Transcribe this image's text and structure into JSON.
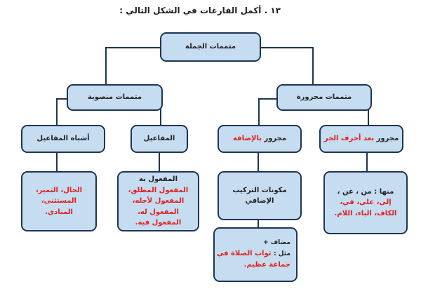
{
  "title": "١٣ . أكمل الفارغات في الشكل التالي :",
  "colors": {
    "box_fill": "#c6dcf0",
    "border": "#1f3552",
    "answer": "#e3201b"
  },
  "root": "متممات الجملة",
  "mansuba": {
    "label": "متممات منصوبة",
    "ashbah": {
      "label": "أشباه المفاعيل",
      "answer": "الحال، التميز، المستثنى، المنادى."
    },
    "mafail": {
      "label": "المفاعيل",
      "given": "المفعول به",
      "answer": "المفعول المطلق، المفعول لأجله، المفعول له، المفعول فيه."
    }
  },
  "majrura": {
    "label": "متممات مجرورة",
    "idafa": {
      "label": "مجرور",
      "answer": "بالإضافة",
      "components": "مكونات التركيب الإضافي",
      "example_prefix": "مضاف +",
      "example_label": "مثل :",
      "example": "ثواب الصلاة في جماعة عظيم."
    },
    "harf": {
      "label": "مجرور",
      "answer": "بعد أحرف الجر",
      "given": "منها : من ، عن ،",
      "list": "إلى، على، في، الكاف، الباء، اللام."
    }
  }
}
